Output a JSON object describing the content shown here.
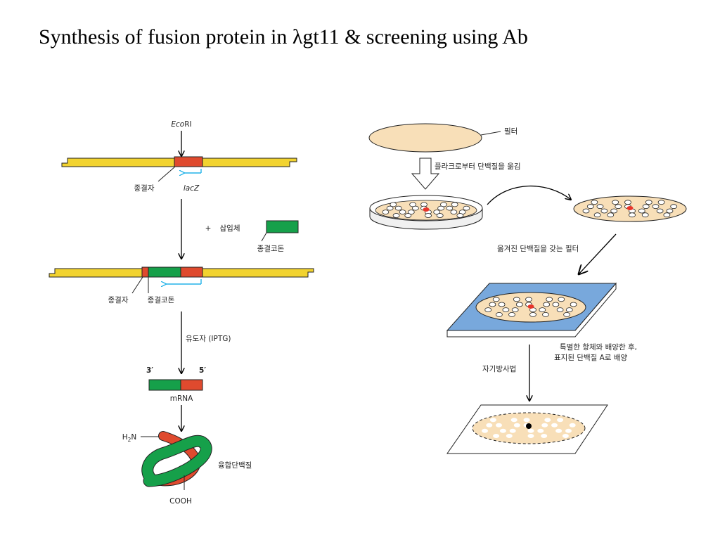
{
  "title": "Synthesis of fusion protein in λgt11 & screening using Ab",
  "colors": {
    "dna": "#f2d330",
    "red": "#df4a2e",
    "green": "#16a04a",
    "cyan": "#22b2e8",
    "plate": "#f8dfb8",
    "blue_surface": "#78a8dc",
    "spot": "#e8352a"
  },
  "left": {
    "ecori": {
      "prefix": "Eco",
      "suffix": "RI"
    },
    "terminator_1": "종결자",
    "lacz": "lacZ",
    "plus": "+",
    "insert": "삽입체",
    "stop_codon_1": "종결코돈",
    "terminator_2": "종결자",
    "stop_codon_2": "종결코돈",
    "inducer": "유도자 (IPTG)",
    "three_prime": "3′",
    "five_prime": "5′",
    "mrna": "mRNA",
    "h2n": {
      "h": "H",
      "sub": "2",
      "n": "N"
    },
    "fusion_protein": "융합단백질",
    "cooh": "COOH"
  },
  "right": {
    "filter": "필터",
    "transfer": "플라크로부터 단백질을 옮김",
    "transferred_filter": "옮겨진 단백질을 갖는 필터",
    "antibody_line1": "특별한 항체와 배양한 후,",
    "antibody_line2": "표지된 단백질 A로 배양",
    "autoradiography": "자기방사법"
  }
}
